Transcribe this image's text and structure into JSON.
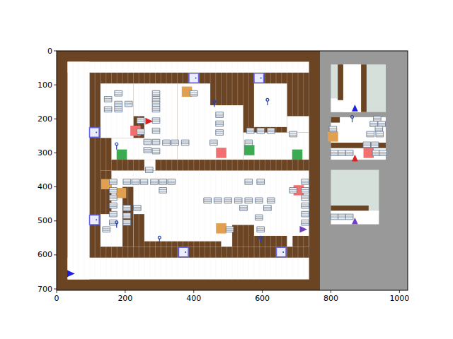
{
  "diagram": {
    "labels": [
      "0",
      "100",
      "200",
      "300",
      "400",
      "500",
      "600",
      "700",
      "0",
      "200",
      "400",
      "600",
      "800",
      "1000"
    ]
  }
}
